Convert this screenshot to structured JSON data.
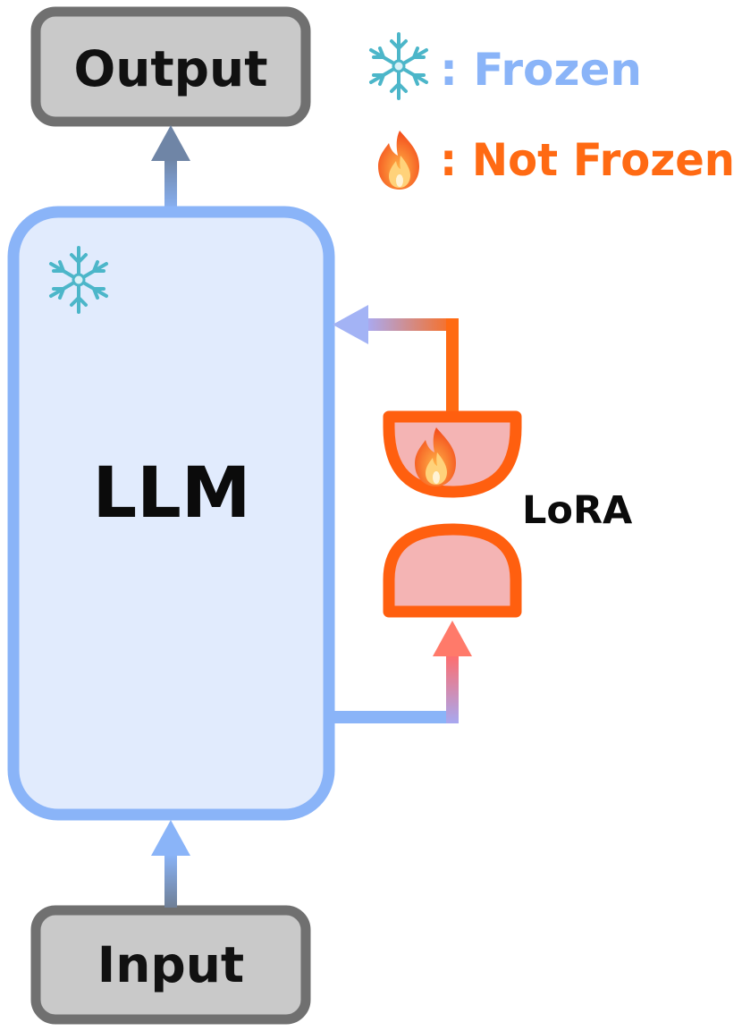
{
  "legend": {
    "frozen_label": ": Frozen",
    "not_frozen_label": ": Not Frozen",
    "frozen_color": "#8ab4f8",
    "not_frozen_color": "#ff6a13"
  },
  "nodes": {
    "output_label": "Output",
    "input_label": "Input",
    "llm_label": "LLM",
    "lora_label": "LoRA"
  },
  "icons": {
    "frozen": "snowflake-icon",
    "not_frozen": "fire-icon"
  },
  "colors": {
    "llm_border": "#8ab4f8",
    "llm_fill": "#e1ebfd",
    "io_border": "#707070",
    "io_fill": "#c9c9c9",
    "lora_border": "#ff5f0f",
    "lora_fill": "#f4b4b4",
    "arrow_blue": "#8ab4f8",
    "arrow_dark": "#6d7f9c"
  }
}
